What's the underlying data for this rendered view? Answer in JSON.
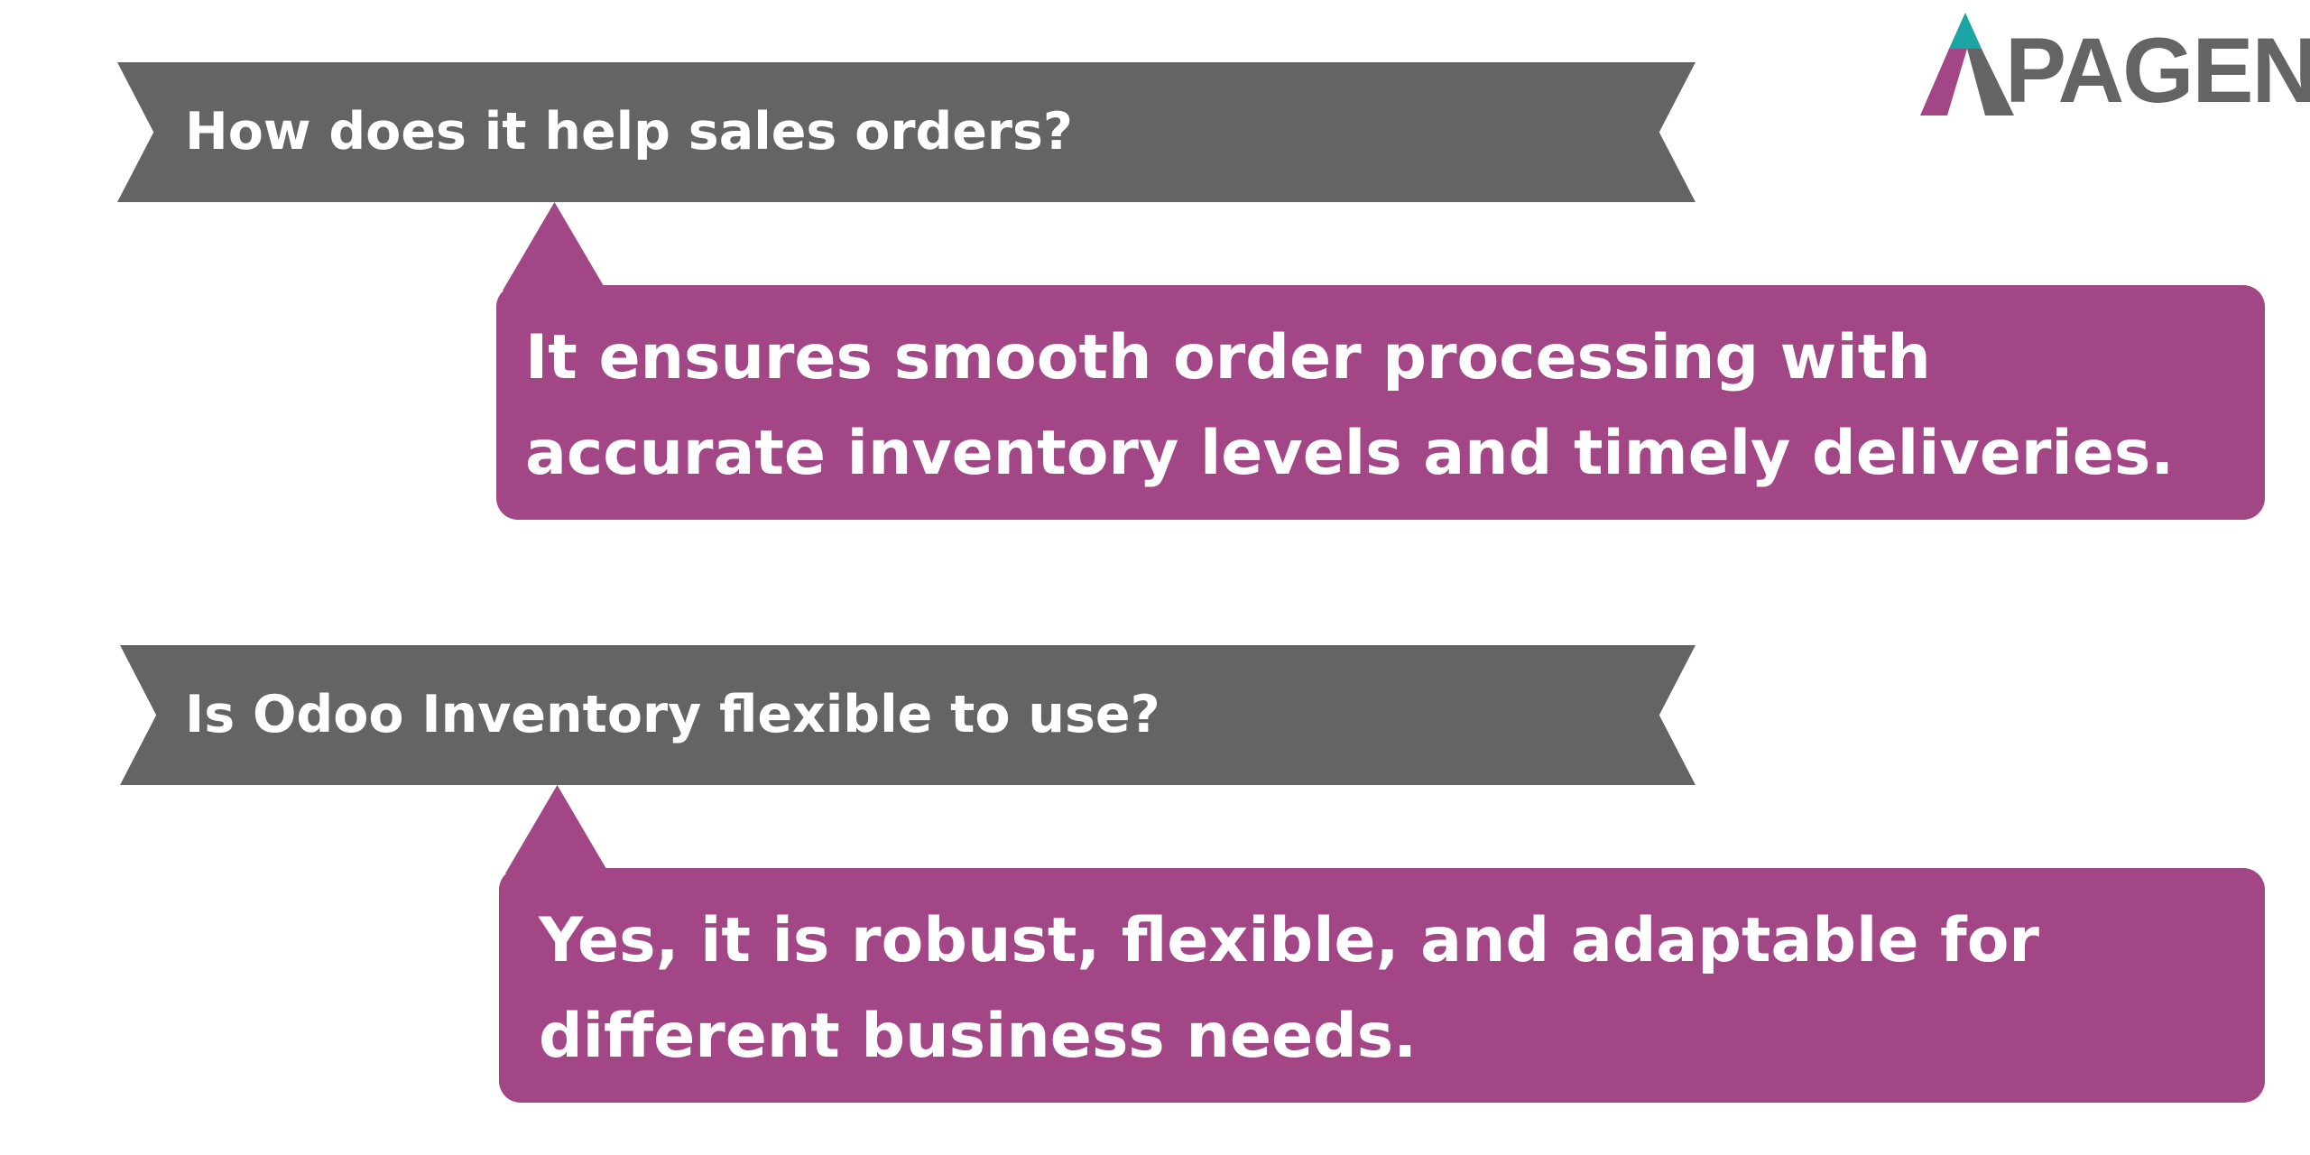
{
  "colors": {
    "banner": "#646464",
    "bubble": "#a24686",
    "logo_teal": "#1aa4a4",
    "logo_purple": "#a24686",
    "logo_gray": "#646464",
    "text": "#ffffff"
  },
  "logo": {
    "icon": "triangle-a-logo-icon",
    "text": "PAGEN"
  },
  "faq": [
    {
      "question": "How does it help sales orders?",
      "answer": "It ensures smooth order processing with accurate inventory levels and timely deliveries."
    },
    {
      "question": "Is Odoo Inventory flexible to use?",
      "answer": "Yes, it is robust, flexible, and adaptable for different business needs."
    }
  ]
}
